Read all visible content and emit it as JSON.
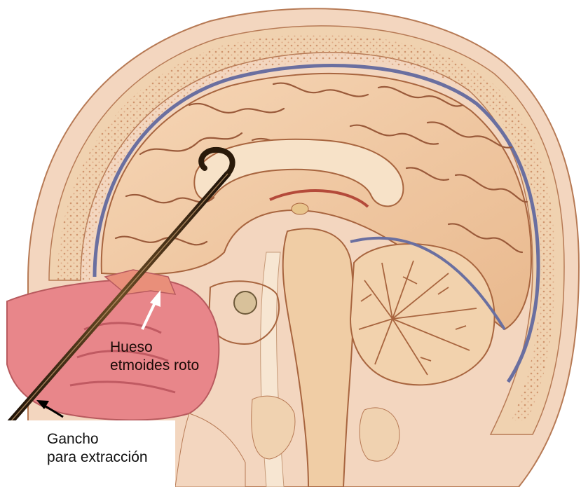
{
  "labels": {
    "broken_bone": [
      "Hueso",
      "etmoides roto"
    ],
    "hook": [
      "Gancho",
      "para extracción"
    ]
  },
  "colors": {
    "skin": "#f3d6bf",
    "scalp": "#e9b68f",
    "skull": "#f0d2b0",
    "meninges": "#6a6fa0",
    "brain": "#f2c9a3",
    "sulci": "#9a5a3a",
    "nasal_tissue": "#e8868a",
    "hook": "#3a2410",
    "arrow_white": "#ffffff",
    "arrow_black": "#000000"
  },
  "icons": [
    "white-arrow-icon",
    "black-arrow-icon",
    "extraction-hook-icon"
  ]
}
